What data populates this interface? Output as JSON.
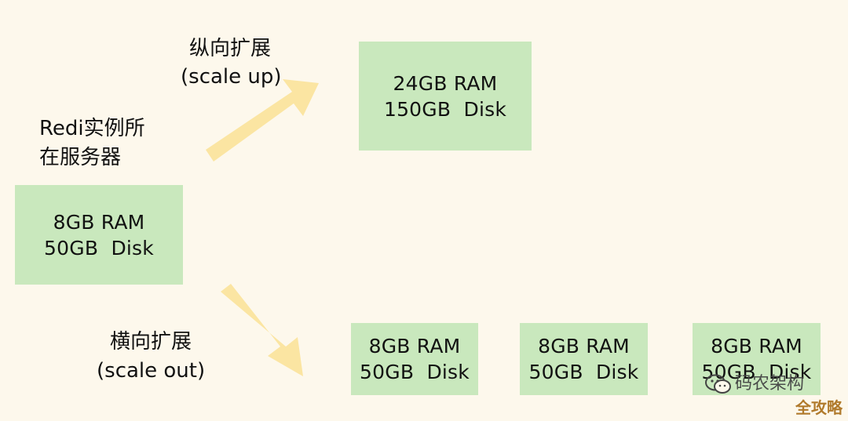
{
  "labels": {
    "vertical_line1": "纵向扩展",
    "vertical_line2": "(scale up)",
    "server_line1": "Redi实例所",
    "server_line2": "在服务器",
    "horizontal_line1": "横向扩展",
    "horizontal_line2": "(scale out)"
  },
  "boxes": {
    "origin": {
      "ram": "8GB RAM",
      "disk": "50GB  Disk"
    },
    "scale_up": {
      "ram": "24GB RAM",
      "disk": "150GB  Disk"
    },
    "scale_out": [
      {
        "ram": "8GB RAM",
        "disk": "50GB  Disk"
      },
      {
        "ram": "8GB RAM",
        "disk": "50GB  Disk"
      },
      {
        "ram": "8GB RAM",
        "disk": "50GB  Disk"
      }
    ]
  },
  "watermark": {
    "text": "码农架构",
    "icon": "wechat-icon",
    "sub_brand": "全攻略"
  },
  "colors": {
    "background": "#fdf8ec",
    "box_fill": "#c9e8bd",
    "arrow_fill": "#fbe5a2"
  }
}
